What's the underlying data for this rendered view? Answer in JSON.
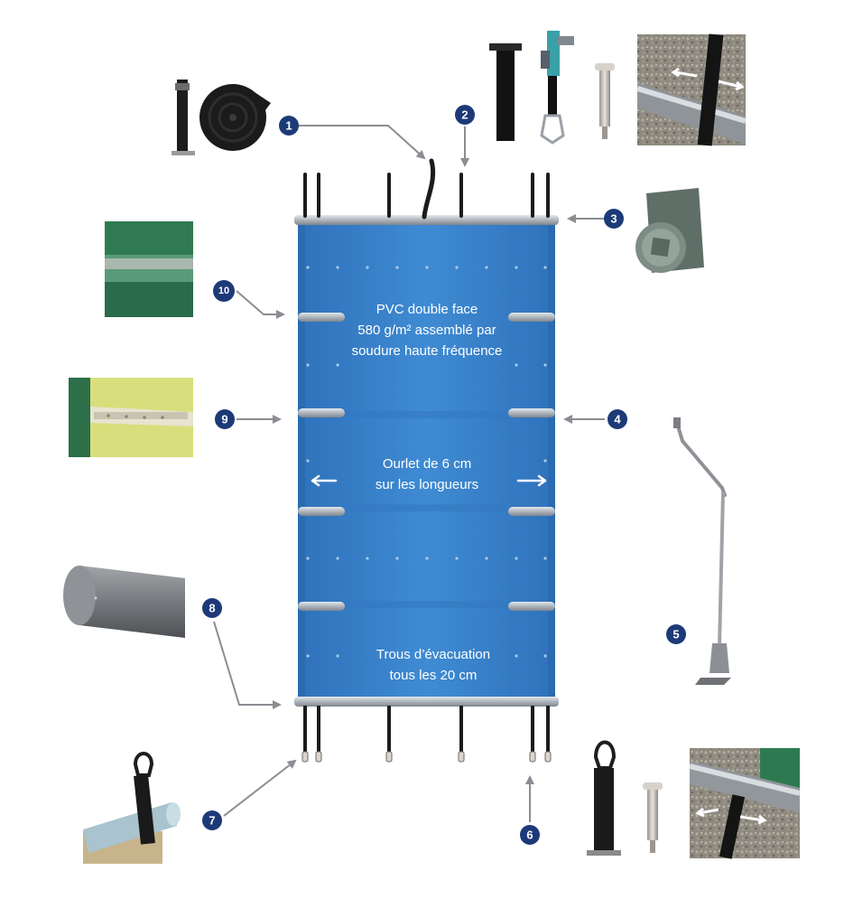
{
  "cover": {
    "label_top_1": "PVC double face",
    "label_top_2": "580 g/m² assemblé par",
    "label_top_3": "soudure haute fréquence",
    "label_mid_1": "Ourlet de 6 cm",
    "label_mid_2": "sur les longueurs",
    "label_bot_1": "Trous d’évacuation",
    "label_bot_2": "tous les 20 cm"
  },
  "callouts": [
    {
      "number": "1"
    },
    {
      "number": "2"
    },
    {
      "number": "3"
    },
    {
      "number": "4"
    },
    {
      "number": "5"
    },
    {
      "number": "6"
    },
    {
      "number": "7"
    },
    {
      "number": "8"
    },
    {
      "number": "9"
    },
    {
      "number": "10"
    }
  ],
  "colors": {
    "cover_blue": "#3a86cf",
    "cover_blue_dark": "#2f74bd",
    "badge_navy": "#1d3a78",
    "arrow_gray": "#8a8d92",
    "bar_gray": "#b6bcc4",
    "strap_black": "#1c1c1c",
    "pool_green": "#2f7a52"
  }
}
